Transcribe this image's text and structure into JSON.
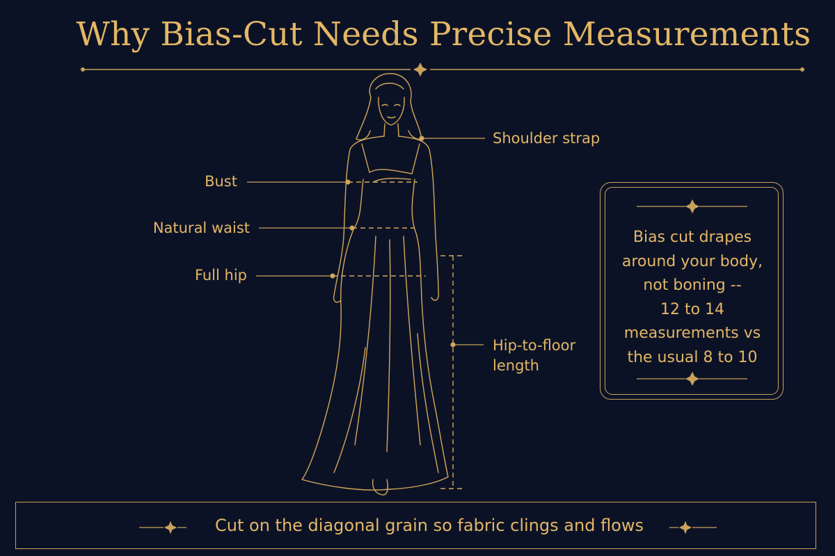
{
  "title": "Why Bias-Cut Needs Precise Measurements",
  "labels": {
    "shoulder_strap": "Shoulder strap",
    "bust": "Bust",
    "natural_waist": "Natural waist",
    "full_hip": "Full hip",
    "hip_to_floor_line1": "Hip-to-floor",
    "hip_to_floor_line2": "length"
  },
  "callout": {
    "lines": [
      "Bias cut drapes",
      "around your body,",
      "not boning --",
      "12 to 14",
      "measurements vs",
      "the usual 8 to 10"
    ]
  },
  "banner": {
    "text": "Cut on the diagonal grain so fabric clings and flows"
  },
  "colors": {
    "background": "#0c1226",
    "gold": "#e3b765",
    "line_gold": "#c9a25a"
  }
}
